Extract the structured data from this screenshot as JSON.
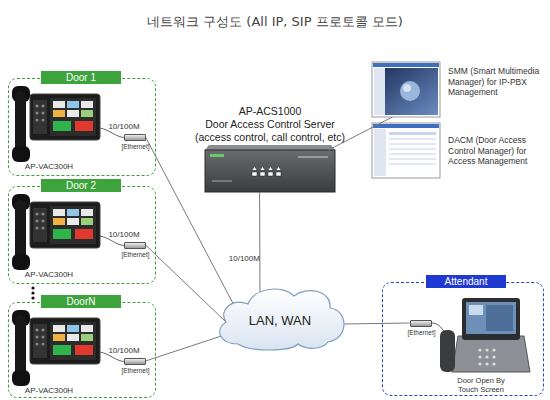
{
  "diagram": {
    "title": "네트워크 구성도 (All IP, SIP 프로토콜 모드)",
    "nodes": [
      {
        "text": [
          "Door 1"
        ]
      },
      {
        "text": [
          "[Ethernet]"
        ],
        "in": 0
      },
      {
        "text": [
          "Door 2"
        ]
      },
      {
        "text": [
          "[Ethernet]"
        ],
        "in": 2
      },
      {
        "text": [
          "DoorN"
        ]
      },
      {
        "text": [
          "[Ethernet]"
        ],
        "in": 4
      },
      {
        "text": [
          "AP-ACS1000",
          "Door Access Control Server",
          "(access control, call control, etc)"
        ]
      },
      {
        "text": [
          "LAN, WAN"
        ]
      },
      {
        "text": [
          "SMM (Smart Multimedia Manager) for IP-PBX Management"
        ]
      },
      {
        "text": [
          "DACM (Door Access Control Manager) for Access Management"
        ]
      },
      {
        "text": [
          "Attendant"
        ]
      },
      {
        "text": [
          "[Ethernet]"
        ],
        "in": 10
      }
    ],
    "edges": [
      {
        "from": 1,
        "to": 7,
        "arrow": "none"
      },
      {
        "from": 3,
        "to": 7,
        "arrow": "none"
      },
      {
        "from": 5,
        "to": 7,
        "arrow": "none"
      },
      {
        "from": 6,
        "to": 7,
        "label": "10/100M",
        "arrow": "none"
      },
      {
        "from": 6,
        "to": 8,
        "arrow": "none"
      },
      {
        "from": 11,
        "to": 7,
        "arrow": "none"
      }
    ],
    "labels": [
      "10/100M",
      "AP-VAC300H",
      "10/100M",
      "AP-VAC300H",
      "10/100M",
      "AP-VAC300H",
      "Door Open By Touch Screen"
    ]
  }
}
